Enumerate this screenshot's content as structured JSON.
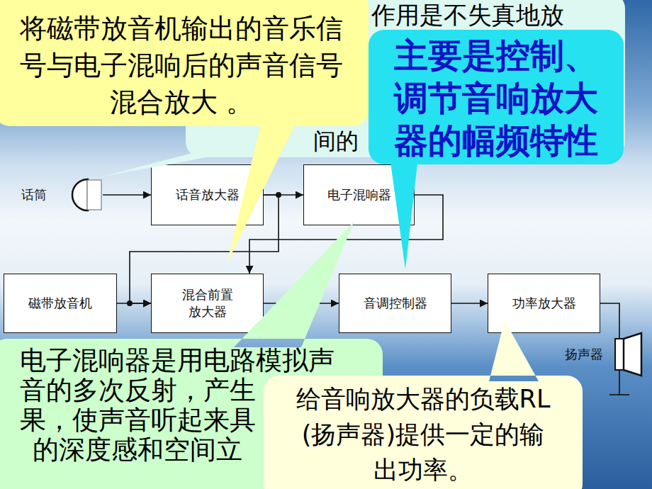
{
  "diagram": {
    "nodes": [
      {
        "text": [
          "将磁带放音机输出的音乐信 号与电子混响后的声音信号 混合放大 。"
        ]
      },
      {
        "text": [
          "作用是不失真地放",
          "间的"
        ]
      },
      {
        "text": [
          "主要是控制、 调节音响放大 器的幅频特性"
        ]
      },
      {
        "text": [
          "话筒"
        ]
      },
      {
        "text": [
          "话音放大器"
        ]
      },
      {
        "text": [
          "电子混响器"
        ]
      },
      {
        "text": [
          "磁带放音机"
        ]
      },
      {
        "text": [
          "混合前置 放大器"
        ]
      },
      {
        "text": [
          "音调控制器"
        ]
      },
      {
        "text": [
          "功率放大器"
        ]
      },
      {
        "text": [
          "扬声器"
        ]
      },
      {
        "text": [
          "电子混响器是用电路模拟声 音的多次反射，产生",
          "果，使声音听起来具",
          "的深度感和空间立"
        ]
      },
      {
        "text": [
          "给音响放大器的负载RL (扬声器)提供一定的输 出功率。"
        ]
      }
    ],
    "edges": [
      {
        "from": 3,
        "to": 4,
        "arrow": "to"
      },
      {
        "from": 4,
        "to": 5,
        "arrow": "to"
      },
      {
        "from": 4,
        "to": 7,
        "arrow": "to"
      },
      {
        "from": 6,
        "to": 7,
        "arrow": "to"
      },
      {
        "from": 5,
        "to": 7,
        "arrow": "to"
      },
      {
        "from": 7,
        "to": 8,
        "arrow": "to"
      },
      {
        "from": 8,
        "to": 9,
        "arrow": "to"
      },
      {
        "from": 9,
        "to": 10,
        "arrow": "none"
      }
    ]
  }
}
